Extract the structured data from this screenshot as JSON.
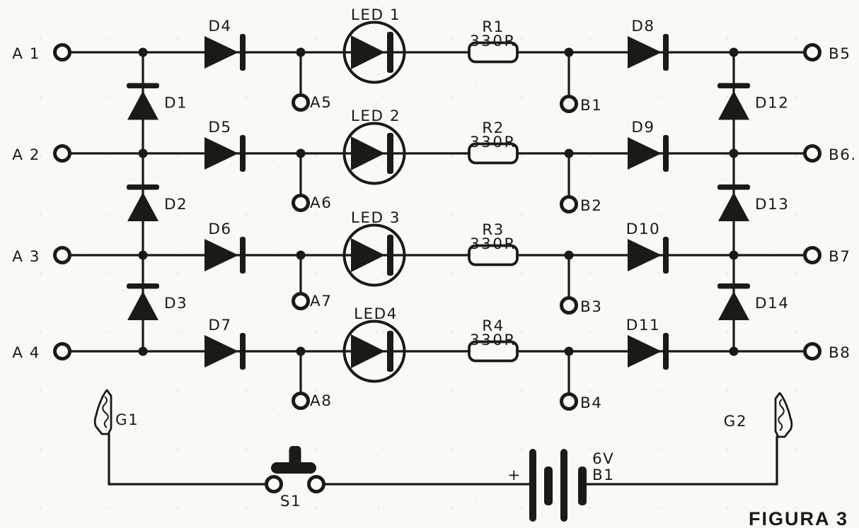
{
  "figure": {
    "caption": "FIGURA 3"
  },
  "colors": {
    "ink": "#1c1a17",
    "paper": "#faf9f4"
  },
  "labels": {
    "terminals_left": [
      "A 1",
      "A 2",
      "A 3",
      "A 4"
    ],
    "terminals_right": [
      "B5",
      "B6.",
      "B7",
      "B8"
    ],
    "taps_a": [
      "A5",
      "A6",
      "A7",
      "A8"
    ],
    "taps_b": [
      "B1",
      "B2",
      "B3",
      "B4"
    ],
    "diodes_series_left": [
      "D4",
      "D5",
      "D6",
      "D7"
    ],
    "diodes_series_right": [
      "D8",
      "D9",
      "D10",
      "D11"
    ],
    "diodes_ladder_left": [
      "D1",
      "D2",
      "D3"
    ],
    "diodes_ladder_right": [
      "D12",
      "D13",
      "D14"
    ],
    "leds": [
      "LED 1",
      "LED 2",
      "LED 3",
      "LED4"
    ]
  },
  "resistors": [
    {
      "name": "R1",
      "value": "330R"
    },
    {
      "name": "R2",
      "value": "330R"
    },
    {
      "name": "R3",
      "value": "330R"
    },
    {
      "name": "R4",
      "value": "330R"
    }
  ],
  "clips": {
    "left": "G1",
    "right": "G2"
  },
  "switch": {
    "label": "S1"
  },
  "battery": {
    "polarity": "+",
    "voltage": "6V",
    "name": "B1"
  }
}
